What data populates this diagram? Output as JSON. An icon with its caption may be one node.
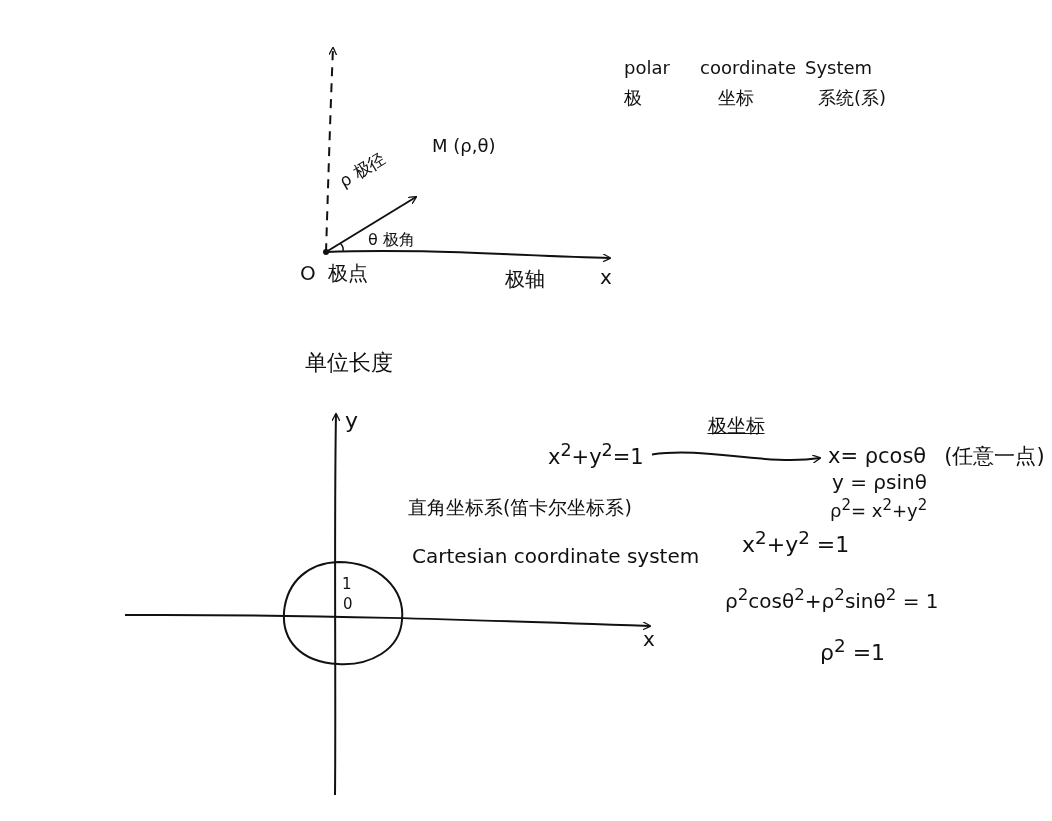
{
  "diagram": {
    "nodes": [
      {
        "text": [
          "x$^{2}$+y$^{2}$=1"
        ]
      },
      {
        "text": [
          "x= ρcosθ"
        ],
        "beside": [
          "(任意一点)"
        ]
      }
    ],
    "edges": [
      {
        "from": 0,
        "to": 1,
        "arrow": "to",
        "label": "极坐标"
      }
    ],
    "labels": [
      "polar",
      "coordinate",
      "System",
      "极",
      "坐标",
      "系统(系)",
      "M (ρ,θ)",
      "ρ 极径",
      "θ 极角",
      "O",
      "极点",
      "极轴",
      "x",
      "单位长度",
      "y",
      "y = ρsinθ",
      "直角坐标系(笛卡尔坐标系)",
      "ρ$^{2}$= x$^{2}$+y$^{2}$",
      "x$^{2}$+y$^{2}$ =1",
      "Cartesian coordinate system",
      "1",
      "ρ$^{2}$cosθ$^{2}$+ρ$^{2}$sinθ$^{2}$ = 1",
      "0",
      "x",
      "ρ$^{2}$ =1"
    ]
  }
}
